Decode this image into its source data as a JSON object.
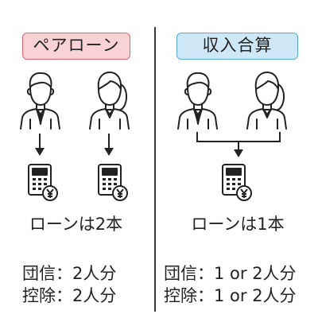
{
  "left": {
    "badge_label": "ペアローン",
    "loan_label": "ローンは2本",
    "lines": [
      "団信：2人分",
      "控除：2人分"
    ]
  },
  "right": {
    "badge_label": "収入合算",
    "loan_label": "ローンは1本",
    "lines": [
      "団信：1 or 2人分",
      "控除：1 or 2人分"
    ]
  },
  "icons": {
    "man": "man-suit-icon",
    "woman": "woman-suit-icon",
    "calculator": "calculator-yen-icon",
    "arrow": "arrow-down-icon"
  },
  "colors": {
    "pair_fill": "#f8d2d4",
    "pair_border": "#e06470",
    "income_fill": "#cfe8f7",
    "income_border": "#5aa8e0",
    "line": "#222222"
  }
}
